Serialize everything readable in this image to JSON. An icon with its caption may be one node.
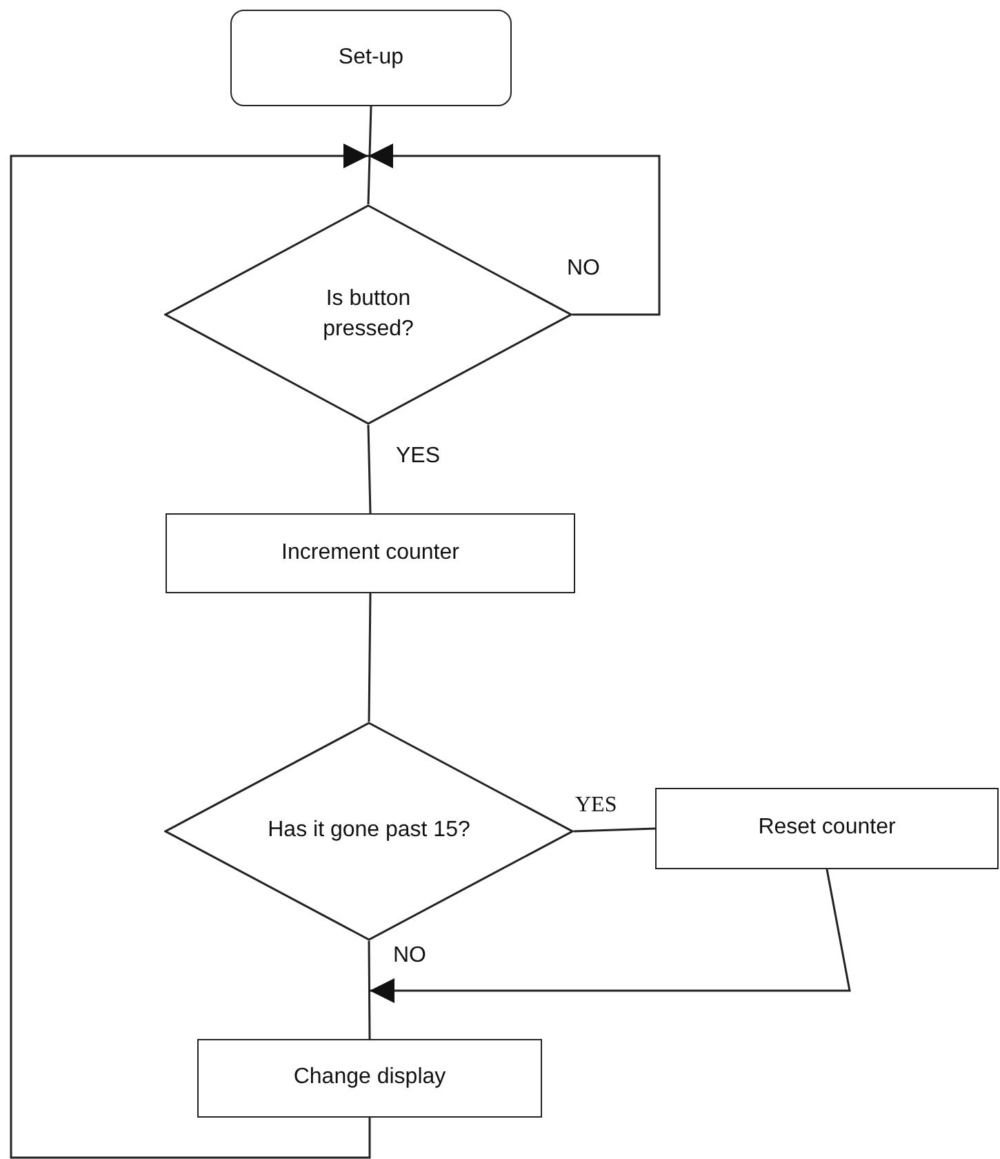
{
  "diagram": {
    "nodes": [
      {
        "text": [
          "Set-up"
        ]
      },
      {
        "text": [
          "Is button pressed?"
        ]
      },
      {
        "text": [
          "Increment counter"
        ]
      },
      {
        "text": [
          "Has it gone past 15?"
        ]
      },
      {
        "text": [
          "Reset counter"
        ]
      },
      {
        "text": [
          "Change display"
        ]
      }
    ],
    "edges": [
      {
        "from": 0,
        "to": 1,
        "arrow": "none"
      },
      {
        "from": 1,
        "to": 1,
        "label": "NO",
        "arrow": "to"
      },
      {
        "from": 1,
        "to": 2,
        "label": "YES",
        "arrow": "none"
      },
      {
        "from": 2,
        "to": 3,
        "arrow": "none"
      },
      {
        "from": 3,
        "to": 4,
        "label": "YES",
        "arrow": "none"
      },
      {
        "from": 3,
        "to": 5,
        "label": "NO",
        "arrow": "none"
      },
      {
        "from": 4,
        "to": 5,
        "arrow": "to"
      },
      {
        "from": 5,
        "to": 1,
        "arrow": "to"
      }
    ]
  }
}
